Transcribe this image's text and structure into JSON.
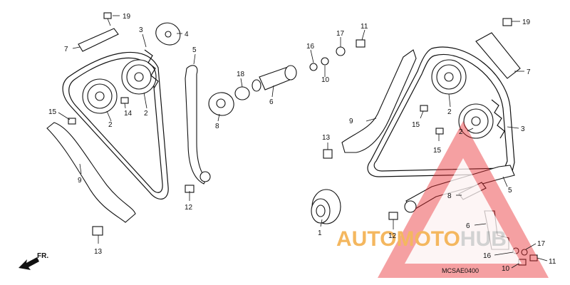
{
  "diagram": {
    "code": "MCSAE0400",
    "direction_label": "FR."
  },
  "watermark": {
    "text_part1": "AUTOMOTO",
    "text_part2": "HUB",
    "color_primary": "#e8262b",
    "color_text1": "#f2a638",
    "color_text2": "#c7c7c7"
  },
  "callouts": [
    {
      "id": "c19a",
      "label": "19"
    },
    {
      "id": "c7a",
      "label": "7"
    },
    {
      "id": "c3a",
      "label": "3"
    },
    {
      "id": "c4",
      "label": "4"
    },
    {
      "id": "c5a",
      "label": "5"
    },
    {
      "id": "c18",
      "label": "18"
    },
    {
      "id": "c16a",
      "label": "16"
    },
    {
      "id": "c17a",
      "label": "17"
    },
    {
      "id": "c11a",
      "label": "11"
    },
    {
      "id": "c10a",
      "label": "10"
    },
    {
      "id": "c19b",
      "label": "19"
    },
    {
      "id": "c7b",
      "label": "7"
    },
    {
      "id": "c15a",
      "label": "15"
    },
    {
      "id": "c14",
      "label": "14"
    },
    {
      "id": "c2a",
      "label": "2"
    },
    {
      "id": "c2b",
      "label": "2"
    },
    {
      "id": "c8a",
      "label": "8"
    },
    {
      "id": "c6a",
      "label": "6"
    },
    {
      "id": "c9a",
      "label": "9"
    },
    {
      "id": "c12a",
      "label": "12"
    },
    {
      "id": "c13a",
      "label": "13"
    },
    {
      "id": "c1",
      "label": "1"
    },
    {
      "id": "c9b",
      "label": "9"
    },
    {
      "id": "c13b",
      "label": "13"
    },
    {
      "id": "c2c",
      "label": "2"
    },
    {
      "id": "c15b",
      "label": "15"
    },
    {
      "id": "c2d",
      "label": "2"
    },
    {
      "id": "c15c",
      "label": "15"
    },
    {
      "id": "c3b",
      "label": "3"
    },
    {
      "id": "c5b",
      "label": "5"
    },
    {
      "id": "c8b",
      "label": "8"
    },
    {
      "id": "c12b",
      "label": "12"
    },
    {
      "id": "c6b",
      "label": "6"
    },
    {
      "id": "c17b",
      "label": "17"
    },
    {
      "id": "c16b",
      "label": "16"
    },
    {
      "id": "c10b",
      "label": "10"
    },
    {
      "id": "c11b",
      "label": "11"
    }
  ]
}
